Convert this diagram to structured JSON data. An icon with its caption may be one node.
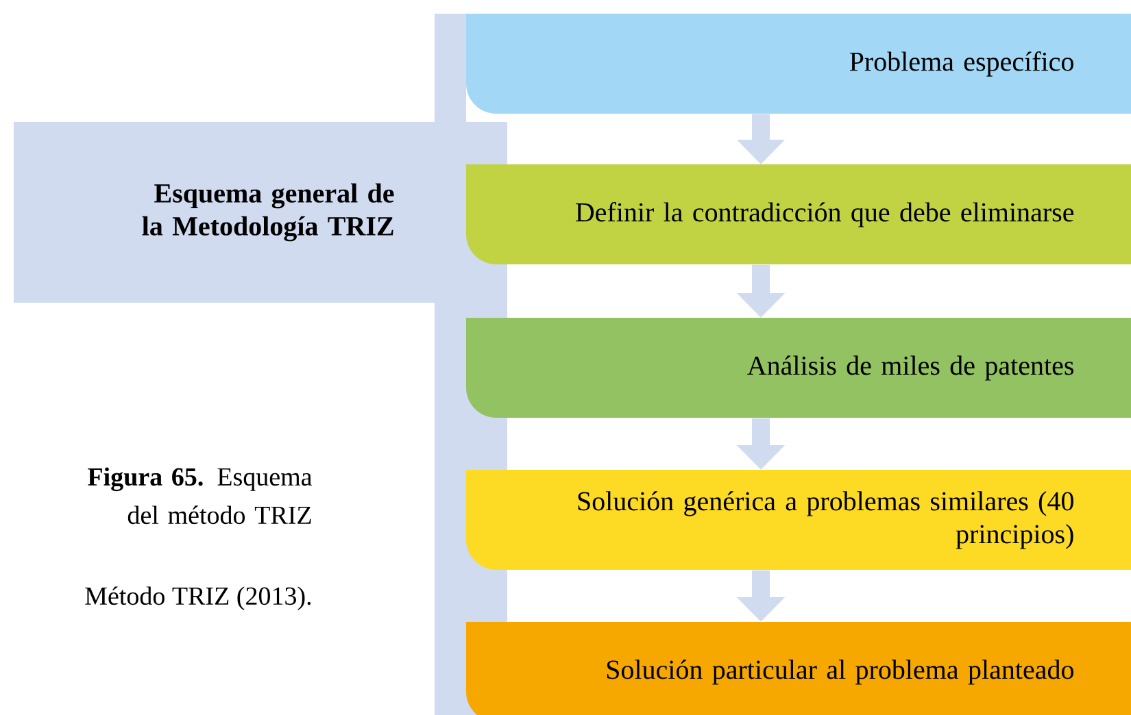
{
  "diagram": {
    "caption": "**Figura 65.** Esquema del método TRIZ",
    "nodes": [
      {
        "text": [
          "Esquema general de la Metodología TRIZ"
        ]
      },
      {
        "text": [
          "Problema específico"
        ]
      },
      {
        "text": [
          "Definir la contradicción que debe eliminarse"
        ]
      },
      {
        "text": [
          "Análisis de miles de patentes"
        ]
      },
      {
        "text": [
          "Solución genérica a problemas similares (40 principios)"
        ]
      },
      {
        "text": [
          "Solución particular al problema planteado"
        ]
      }
    ],
    "edges": [
      {
        "from": 1,
        "to": 2,
        "arrow": "to"
      },
      {
        "from": 2,
        "to": 3,
        "arrow": "to"
      },
      {
        "from": 3,
        "to": 4,
        "arrow": "to"
      },
      {
        "from": 4,
        "to": 5,
        "arrow": "to"
      }
    ],
    "labels": [
      "Método TRIZ (2013)."
    ]
  }
}
